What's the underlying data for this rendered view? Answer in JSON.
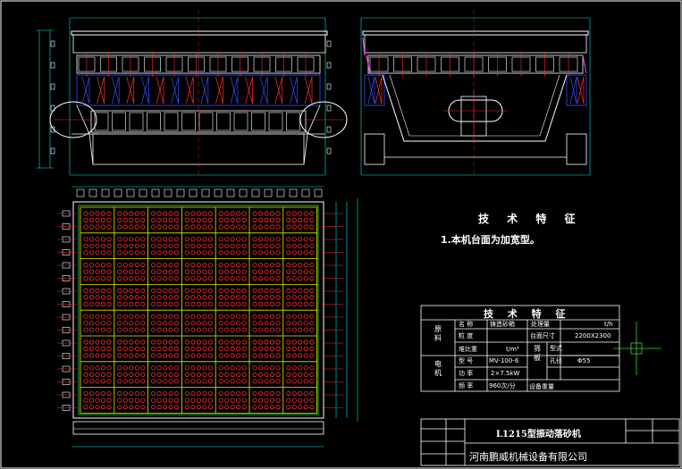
{
  "tech_heading": "技 术 特 征",
  "tech_note": "1.本机台面为加宽型。",
  "table": {
    "title": "技 术 特 征",
    "group_raw": "原料",
    "group_motor": "电机",
    "group_sieve": "筛板",
    "rows_left": [
      {
        "label": "名 称",
        "value": "铸造砂箱"
      },
      {
        "label": "粒 度",
        "value": ""
      },
      {
        "label": "堆比重",
        "value": "t/m³"
      },
      {
        "label": "型 号",
        "value": "MV-100-6"
      },
      {
        "label": "功 率",
        "value": "2×7.5kW"
      },
      {
        "label": "频 率",
        "value": "960次/分"
      }
    ],
    "rows_right": [
      {
        "label": "处理量",
        "value": "t/h"
      },
      {
        "label": "台面尺寸",
        "value": "2200X2300"
      },
      {
        "label": "型式",
        "value": ""
      },
      {
        "label": "孔径",
        "value": "Φ55"
      },
      {
        "label": "设备重量",
        "value": ""
      }
    ]
  },
  "title_block": {
    "title": "L1215型振动落砂机",
    "company": "河南鹏威机械设备有限公司"
  },
  "colors": {
    "background": "#000000",
    "line_white": "#ffffff",
    "line_cyan": "#00e5e5",
    "line_red": "#ff3030",
    "line_green": "#30e030",
    "line_yellow": "#e8e800",
    "line_blue": "#3050ff",
    "line_magenta": "#ff40ff"
  }
}
